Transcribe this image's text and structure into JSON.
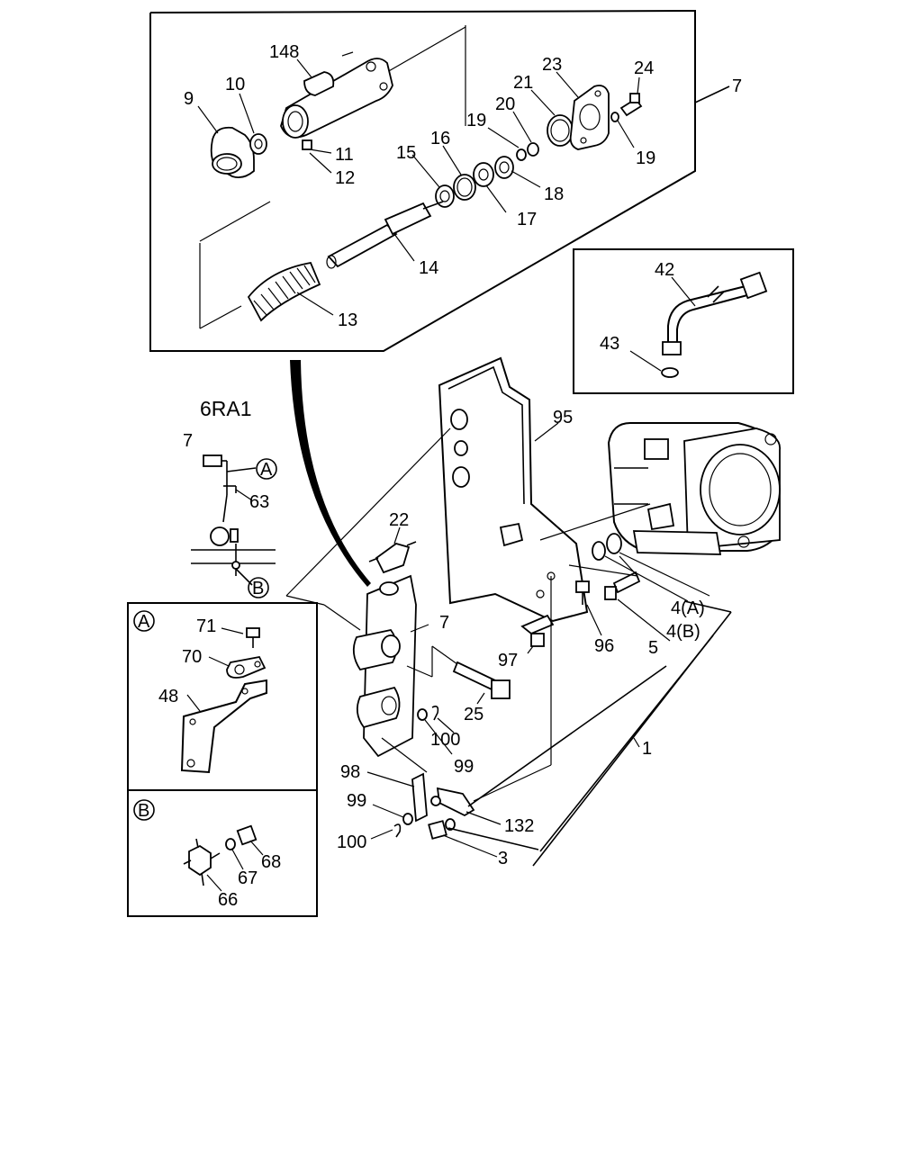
{
  "variant_label": "6RA1",
  "callouts": {
    "c148": "148",
    "c10": "10",
    "c9": "9",
    "c11": "11",
    "c12": "12",
    "c15": "15",
    "c16": "16",
    "c19a": "19",
    "c20": "20",
    "c21": "21",
    "c23": "23",
    "c24": "24",
    "c19b": "19",
    "c18": "18",
    "c17": "17",
    "c14": "14",
    "c13": "13",
    "c7top": "7",
    "c42": "42",
    "c43": "43",
    "c7schem": "7",
    "c63": "63",
    "c22": "22",
    "c95": "95",
    "c7mid": "7",
    "c25": "25",
    "c100a": "100",
    "c99a": "99",
    "c97": "97",
    "c96": "96",
    "c5": "5",
    "c4A": "4(A)",
    "c4B": "4(B)",
    "c1": "1",
    "c98": "98",
    "c99b": "99",
    "c100b": "100",
    "c132": "132",
    "c3": "3",
    "c71": "71",
    "c70": "70",
    "c48": "48",
    "c68": "68",
    "c67": "67",
    "c66": "66"
  },
  "detail_markers": {
    "a": "A",
    "b": "B"
  }
}
